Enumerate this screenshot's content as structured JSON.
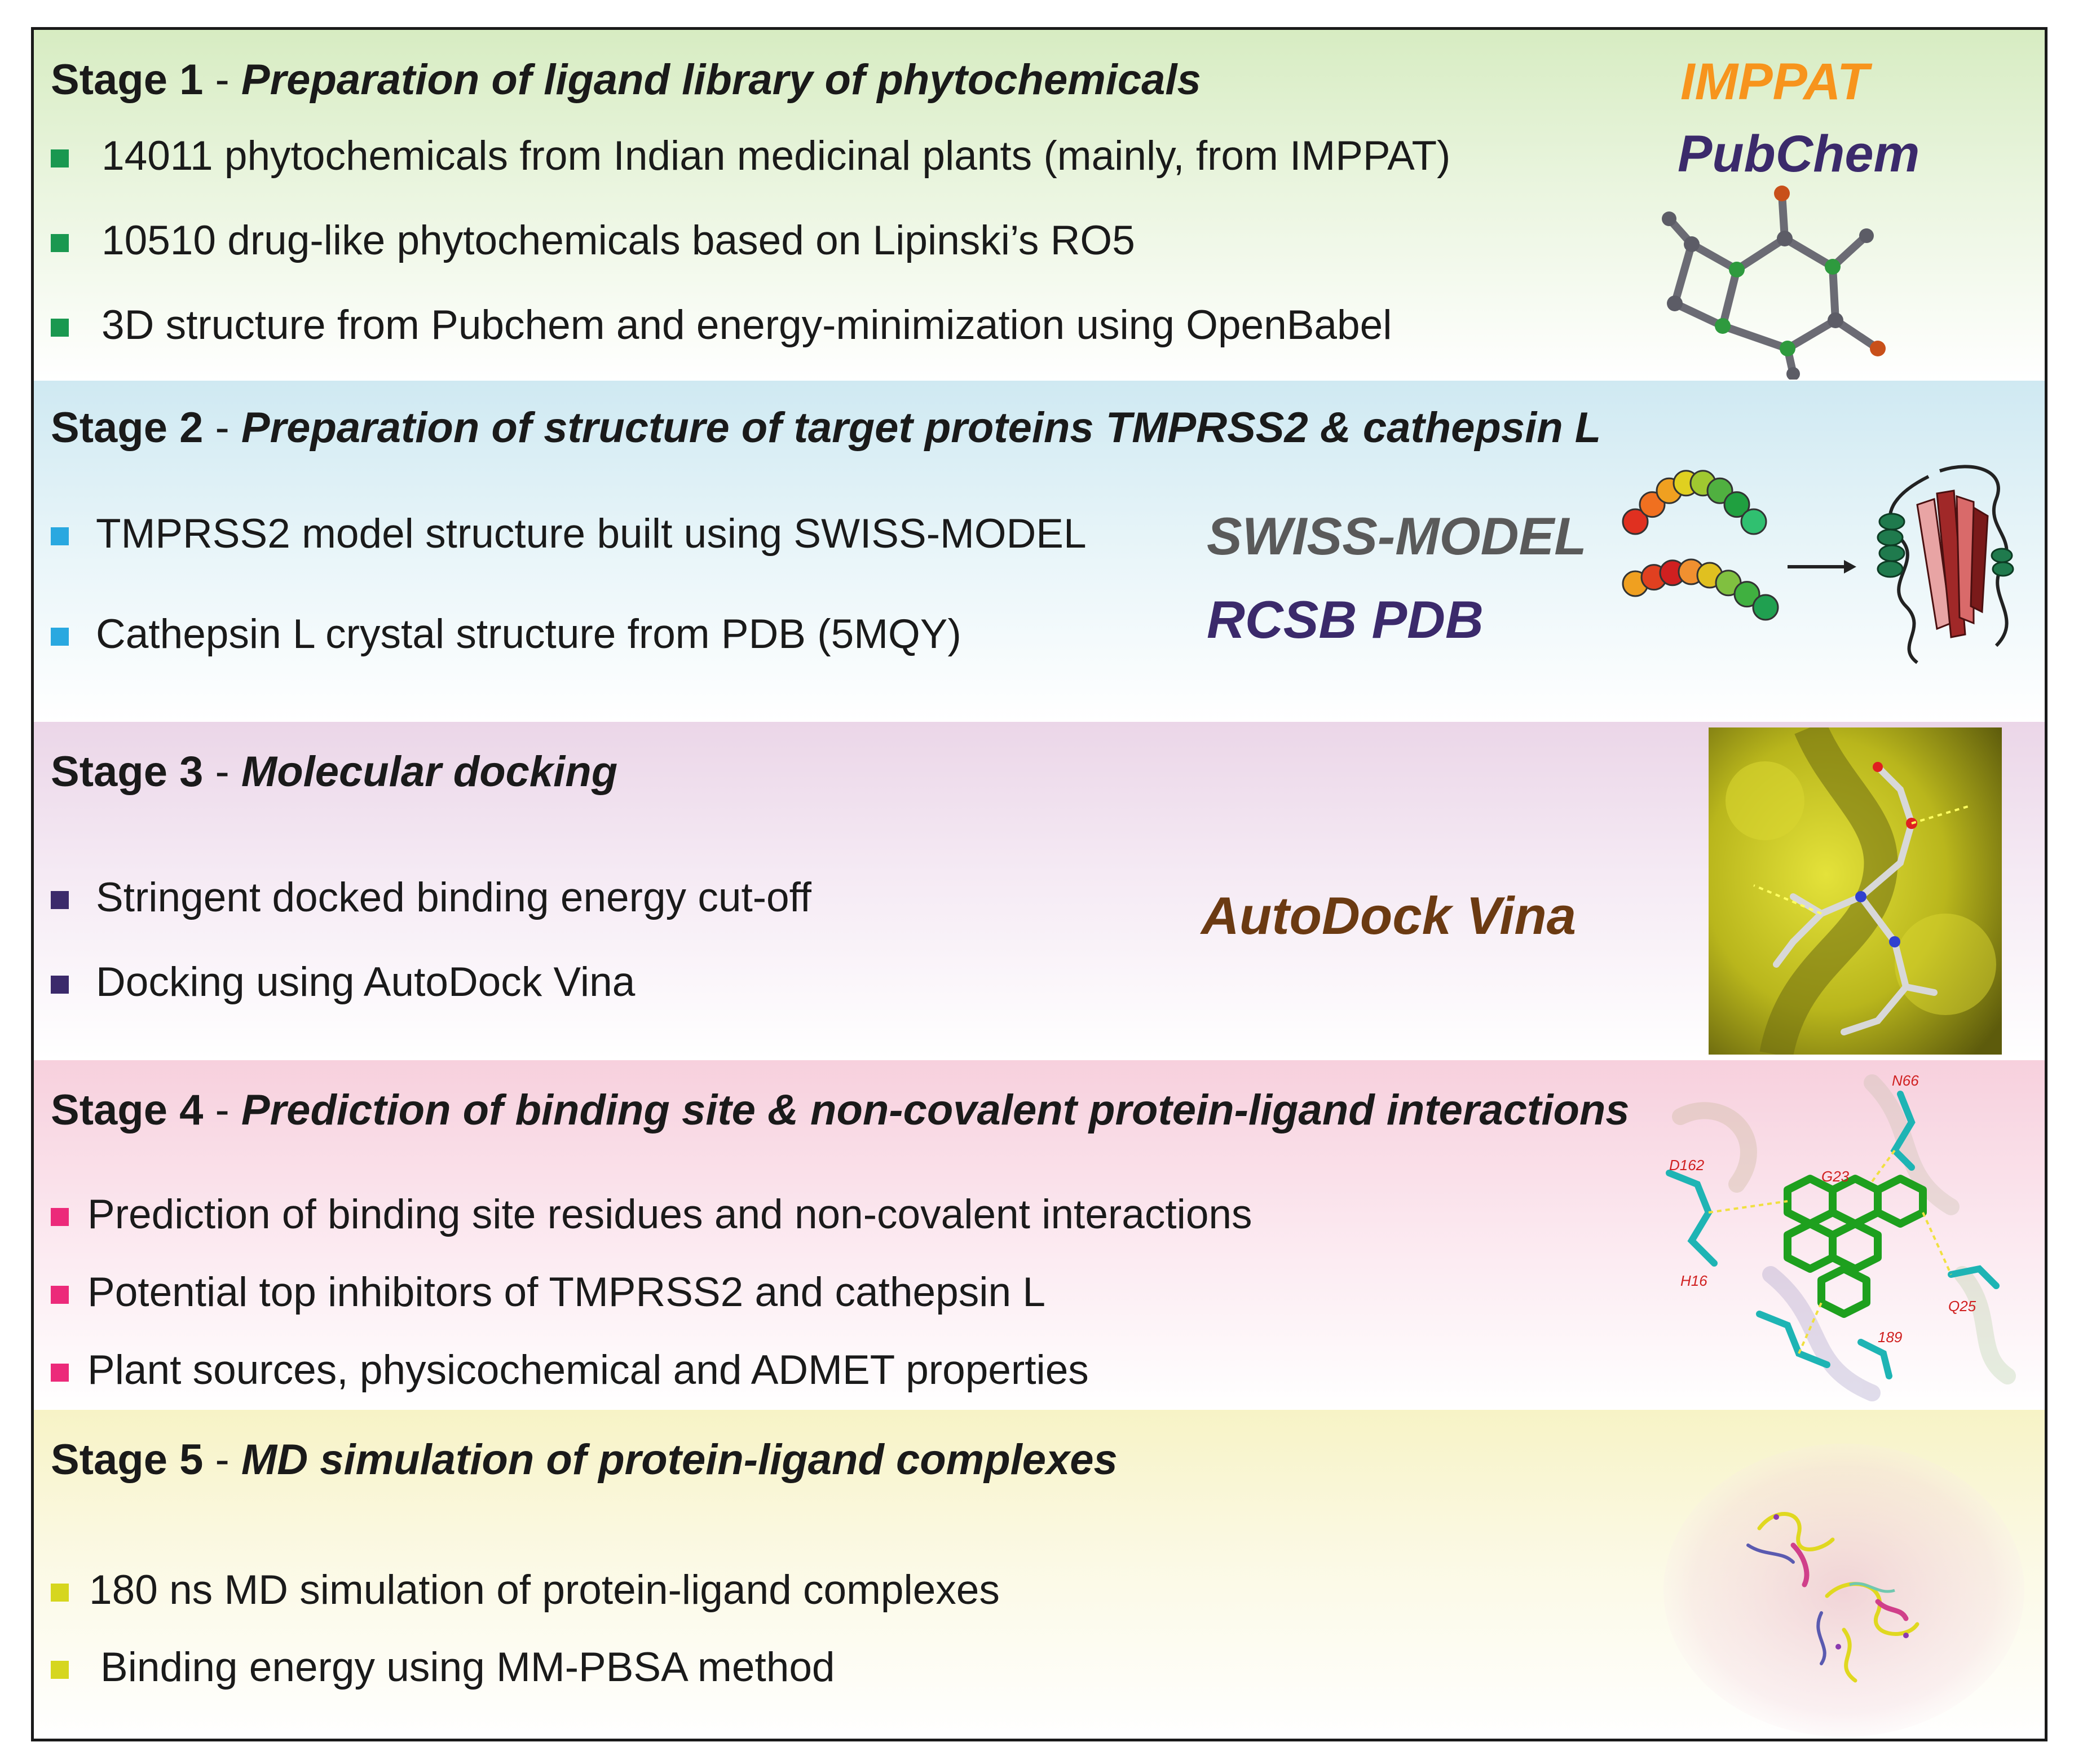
{
  "stages": [
    {
      "label": "Stage 1",
      "separator": "-",
      "title": "Preparation of ligand library of phytochemicals",
      "bullet_color": "#1a9850",
      "bullets": [
        "14011 phytochemicals from Indian medicinal plants (mainly, from IMPPAT)",
        "10510 drug-like phytochemicals based on Lipinski’s RO5",
        "3D structure from Pubchem and energy-minimization using OpenBabel"
      ],
      "tools": [
        "IMPPAT",
        "PubChem"
      ],
      "tool_colors": [
        "#f7941d",
        "#3b2a6b"
      ]
    },
    {
      "label": "Stage 2",
      "separator": "-",
      "title": "Preparation of structure of target proteins TMPRSS2 & cathepsin L",
      "bullet_color": "#29a8e0",
      "bullets": [
        "TMPRSS2 model structure built using SWISS-MODEL",
        "Cathepsin L crystal structure from PDB (5MQY)"
      ],
      "tools": [
        "SWISS-MODEL",
        "RCSB PDB"
      ],
      "tool_colors": [
        "#5a5a5a",
        "#3b2a6b"
      ]
    },
    {
      "label": "Stage 3",
      "separator": "-",
      "title": "Molecular docking",
      "bullet_color": "#3b2a6b",
      "bullets": [
        "Stringent docked binding energy cut-off",
        "Docking using AutoDock Vina"
      ],
      "tools": [
        "AutoDock Vina"
      ],
      "tool_colors": [
        "#6b3a12"
      ]
    },
    {
      "label": "Stage 4",
      "separator": "-",
      "title": "Prediction of binding site & non-covalent protein-ligand interactions",
      "bullet_color": "#ec2a7a",
      "bullets": [
        "Prediction of binding site residues and non-covalent interactions",
        "Potential top inhibitors of TMPRSS2 and cathepsin L",
        "Plant sources, physicochemical and ADMET properties"
      ],
      "residue_labels": [
        "N66",
        "D162",
        "G23",
        "H16",
        "Q25",
        "189"
      ]
    },
    {
      "label": "Stage 5",
      "separator": "-",
      "title": "MD simulation of protein-ligand complexes",
      "bullet_color": "#d6d61f",
      "bullets": [
        "180 ns MD simulation of protein-ligand complexes",
        "Binding energy using MM-PBSA method"
      ]
    }
  ]
}
